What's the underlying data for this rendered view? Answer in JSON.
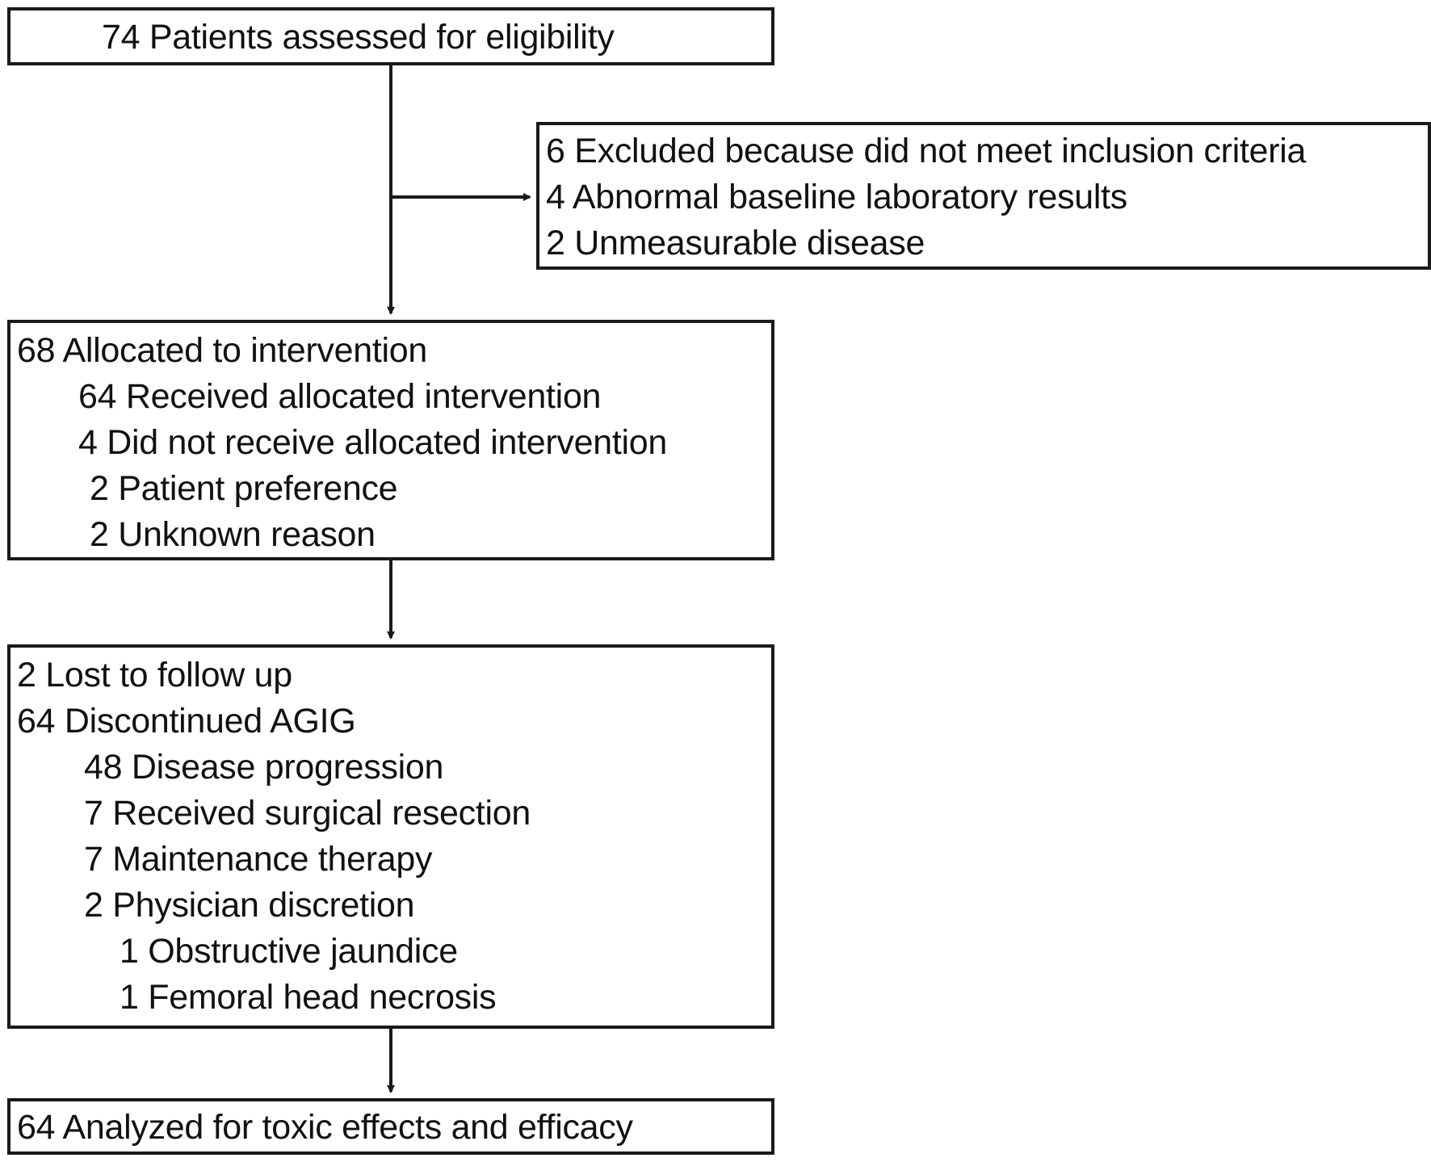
{
  "boxes": {
    "assessed": {
      "lines": [
        "74 Patients assessed for eligibility"
      ]
    },
    "excluded": {
      "lines": [
        "6 Excluded because did not meet inclusion criteria",
        "4 Abnormal baseline laboratory results",
        "2  Unmeasurable disease"
      ]
    },
    "allocated": {
      "lines": [
        "68 Allocated to intervention",
        "64 Received allocated intervention",
        "4 Did not receive allocated intervention",
        "2 Patient preference",
        "2 Unknown reason"
      ]
    },
    "followup": {
      "lines": [
        "2 Lost to follow up",
        "64 Discontinued AGIG",
        "48 Disease progression",
        "7 Received surgical resection",
        "7 Maintenance therapy",
        "2 Physician  discretion",
        "1 Obstructive jaundice",
        "1 Femoral head necrosis"
      ]
    },
    "analyzed": {
      "lines": [
        "64 Analyzed for toxic effects and efficacy"
      ]
    }
  },
  "colors": {
    "stroke": "#1a1a1a",
    "text": "#111111",
    "background": "#ffffff"
  }
}
